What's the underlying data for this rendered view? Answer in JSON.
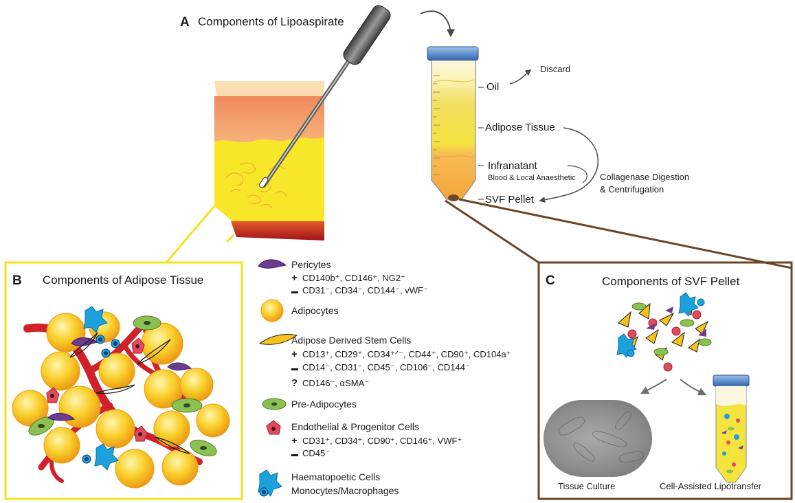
{
  "panel_a": {
    "letter": "A",
    "title": "Components of Lipoaspirate"
  },
  "tube": {
    "oil": "Oil",
    "discard": "Discard",
    "adipose_tissue": "Adipose Tissue",
    "infranatant": "Infranatant",
    "infranatant_sub": "Blood & Local Anaesthetic",
    "svf_pellet": "SVF Pellet",
    "digestion_line1": "Collagenase Digestion",
    "digestion_line2": "& Centrifugation"
  },
  "panel_b": {
    "letter": "B",
    "title": "Components of Adipose Tissue"
  },
  "panel_c": {
    "letter": "C",
    "title": "Components of SVF Pellet",
    "tissue_culture": "Tissue Culture",
    "lipotransfer": "Cell-Assisted Lipotransfer"
  },
  "legend": {
    "pericytes": {
      "name": "Pericytes",
      "pos": "CD140b⁺, CD146⁺, NG2⁺",
      "neg": "CD31⁻, CD34⁻, CD144⁻, vWF⁻"
    },
    "adipocytes": {
      "name": "Adipocytes"
    },
    "adsc": {
      "name": "Adipose Derived Stem Cells",
      "pos": "CD13⁺, CD29⁺, CD34⁺ᐟ⁻, CD44⁺, CD90⁺, CD104a⁺",
      "neg": "CD14⁻, CD31⁻, CD45⁻, CD106⁻, CD144⁻",
      "unk": "CD146⁻, αSMA⁻"
    },
    "preadipocytes": {
      "name": "Pre-Adipocytes"
    },
    "endothelial": {
      "name": "Endothelial & Progenitor Cells",
      "pos": "CD31⁺, CD34⁺, CD90⁺, CD146⁺, VWF⁺",
      "neg": "CD45⁻"
    },
    "haematopoetic": {
      "name": "Haematopoetic Cells",
      "sub": "Monocytes/Macrophages"
    }
  },
  "symbols": {
    "plus": "+",
    "minus": "▬",
    "question": "?"
  },
  "colors": {
    "panel_b_border": "#f2e41b",
    "panel_c_border": "#6b4325",
    "adipocyte": "#f7c21c",
    "vessel": "#d0212a",
    "preadipocyte": "#8cc152",
    "haematopoetic": "#1da1dc",
    "pericyte": "#6b3c8f",
    "endothelial": "#e4495c",
    "tube_cap": "#3d72b8"
  }
}
